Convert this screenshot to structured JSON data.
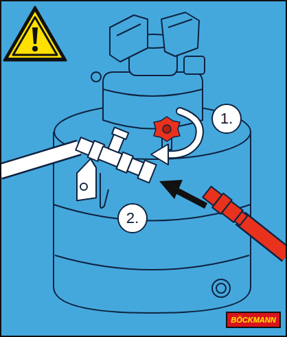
{
  "diagram": {
    "nodes": [
      {
        "text": [
          "1."
        ]
      },
      {
        "text": [
          "2."
        ]
      },
      {
        "text": [
          "BÖCKMANN"
        ]
      }
    ]
  }
}
